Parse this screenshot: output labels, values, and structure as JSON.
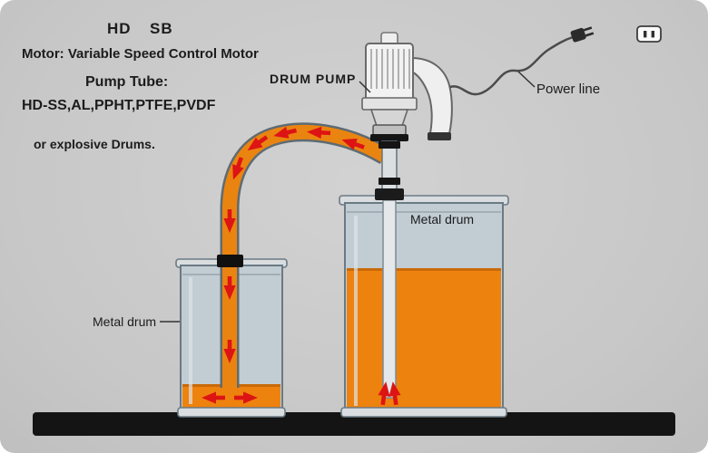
{
  "diagram": {
    "title_hd": "HD",
    "title_sb": "SB",
    "motor_line": "Motor: Variable Speed Control Motor",
    "pump_tube_heading": "Pump Tube:",
    "pump_tube_materials": "HD-SS,AL,PPHT,PTFE,PVDF",
    "drums_note": "or explosive Drums.",
    "drum_pump_label": "DRUM PUMP",
    "power_line_label": "Power line",
    "metal_drum_right_label": "Metal drum",
    "metal_drum_left_label": "Metal drum"
  },
  "colors": {
    "background": "#c9c9c9",
    "liquid": "#ee820e",
    "liquid_edge": "#c96a08",
    "tube": "#ea8410",
    "tube_outline": "#5e6b73",
    "arrow": "#dd1414",
    "drum_interior": "#c2ccd3",
    "drum_rim": "#d9dde0",
    "floor": "#141414",
    "text": "#1c1c1c"
  }
}
